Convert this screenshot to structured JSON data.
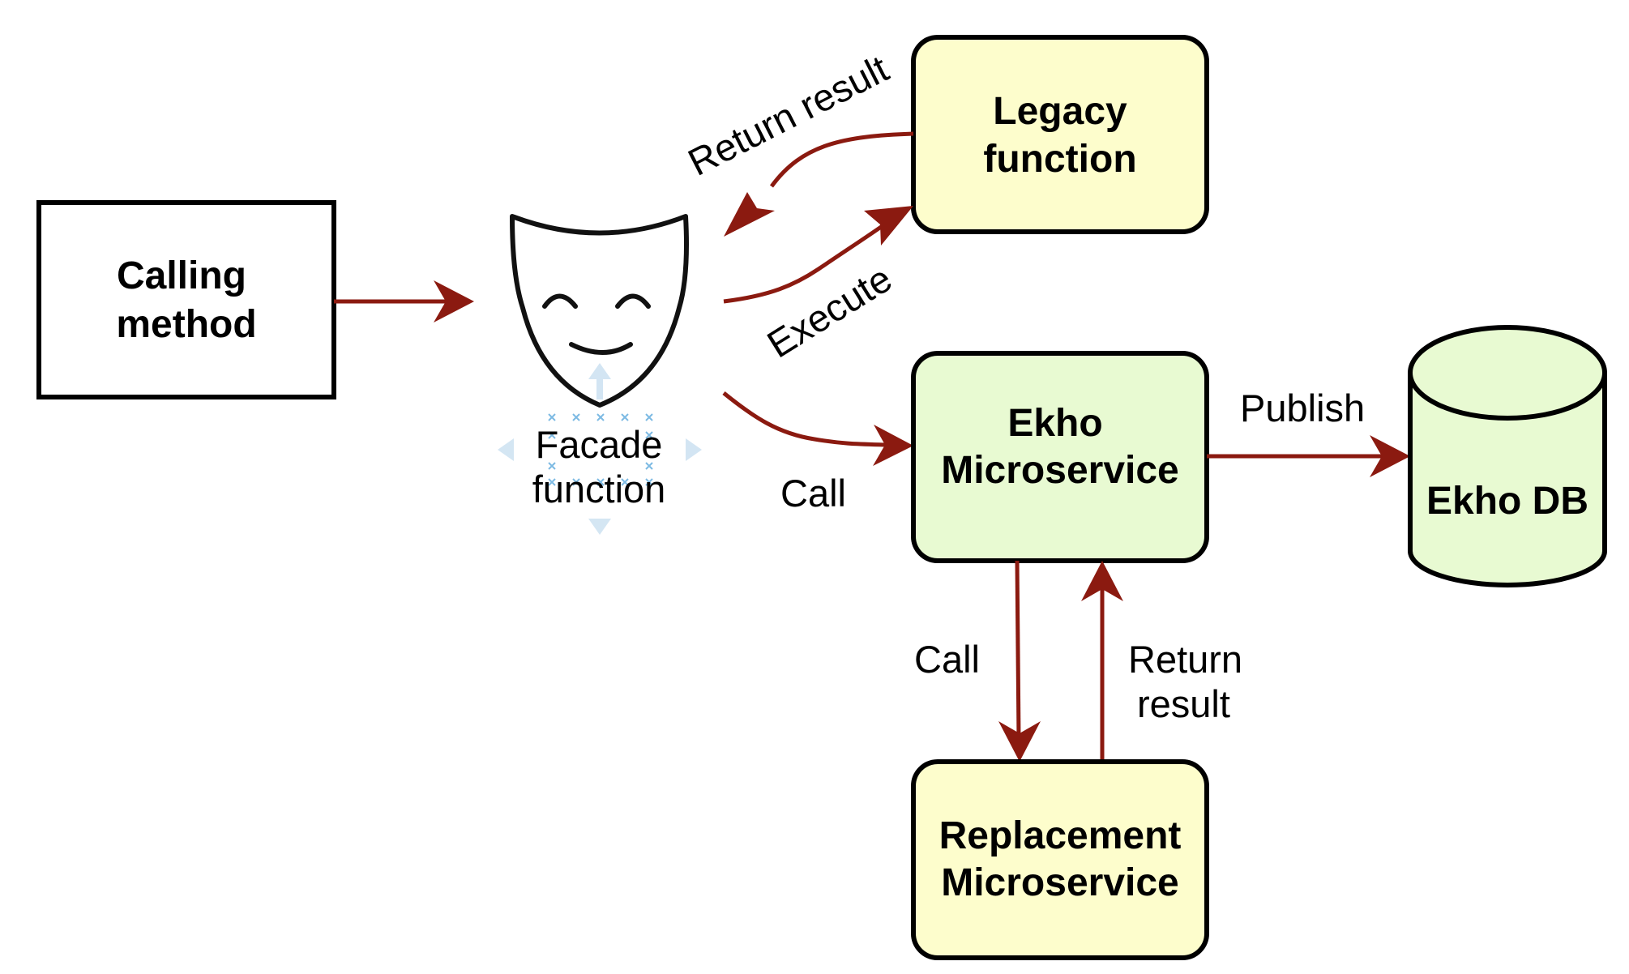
{
  "diagram": {
    "colors": {
      "edge": "#8B1A10",
      "legacy_fill": "#FDFDCC",
      "ekho_fill": "#E8FAD2",
      "replacement_fill": "#FDFDCC",
      "db_fill": "#E8FAD2",
      "calling_fill": "#FFFFFF",
      "stroke": "#000000",
      "selection_handles": "#CFE3F2"
    },
    "nodes": {
      "calling_method": {
        "line1": "Calling",
        "line2": "method"
      },
      "facade": {
        "line1": "Facade",
        "line2": "function",
        "icon": "theater-mask-icon"
      },
      "legacy": {
        "line1": "Legacy",
        "line2": "function"
      },
      "ekho_service": {
        "line1": "Ekho",
        "line2": "Microservice"
      },
      "ekho_db": {
        "label": "Ekho DB",
        "icon": "database-cylinder"
      },
      "replacement": {
        "line1": "Replacement",
        "line2": "Microservice"
      }
    },
    "edges": {
      "return_result_top": "Return result",
      "execute": "Execute",
      "call_ekho": "Call",
      "publish": "Publish",
      "call_replacement": "Call",
      "return_result_bottom_line1": "Return",
      "return_result_bottom_line2": "result"
    }
  }
}
